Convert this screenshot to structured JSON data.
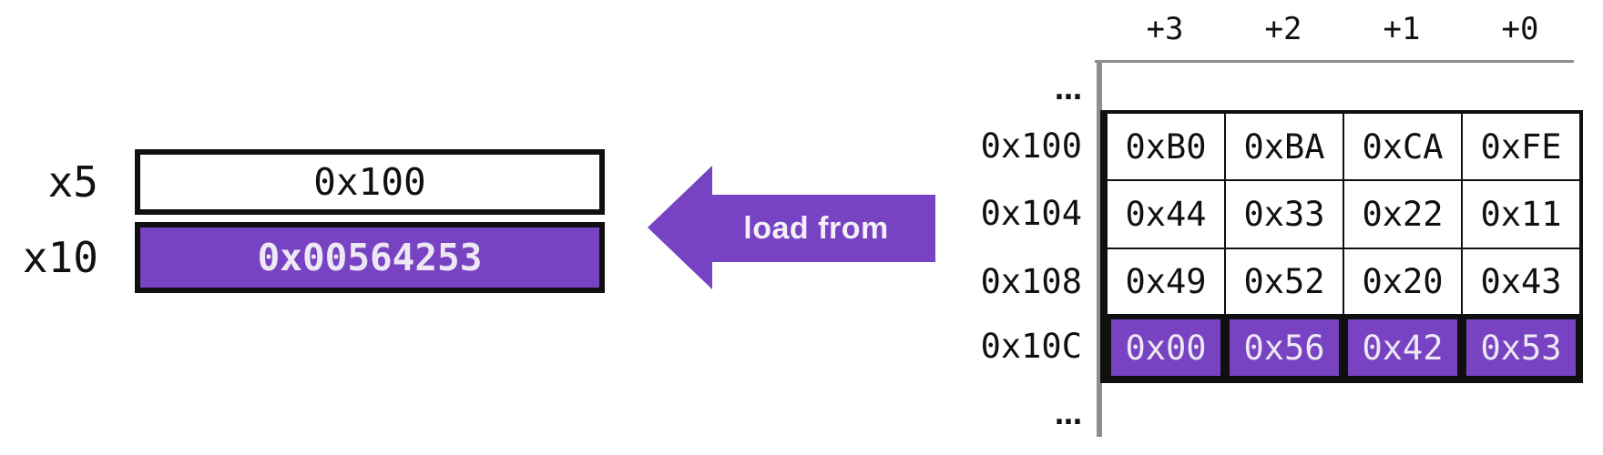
{
  "registers": {
    "items": [
      {
        "name": "x5",
        "value": "0x100",
        "highlighted": false
      },
      {
        "name": "x10",
        "value": "0x00564253",
        "highlighted": true
      }
    ]
  },
  "arrow": {
    "label": "load from"
  },
  "memory": {
    "column_headers": [
      "+3",
      "+2",
      "+1",
      "+0"
    ],
    "ellipsis_top": "…",
    "ellipsis_bottom": "…",
    "rows": [
      {
        "address": "0x100",
        "bytes": [
          "0xB0",
          "0xBA",
          "0xCA",
          "0xFE"
        ],
        "highlighted": false
      },
      {
        "address": "0x104",
        "bytes": [
          "0x44",
          "0x33",
          "0x22",
          "0x11"
        ],
        "highlighted": false
      },
      {
        "address": "0x108",
        "bytes": [
          "0x49",
          "0x52",
          "0x20",
          "0x43"
        ],
        "highlighted": false
      },
      {
        "address": "0x10C",
        "bytes": [
          "0x00",
          "0x56",
          "0x42",
          "0x53"
        ],
        "highlighted": true
      }
    ]
  },
  "colors": {
    "highlight": "#7843C2",
    "line_gray": "#8E8E8E",
    "border_black": "#101010",
    "text_on_highlight": "#EDE8F4"
  }
}
